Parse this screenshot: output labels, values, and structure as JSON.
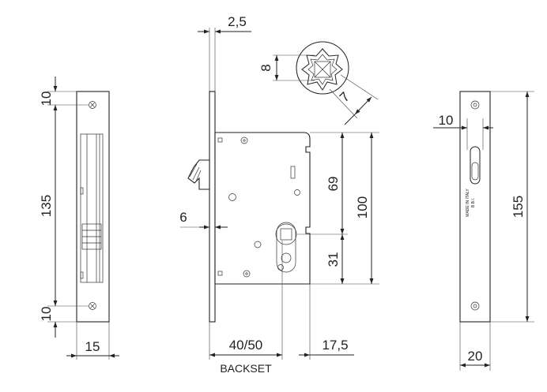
{
  "left_view": {
    "dim_top": "10",
    "dim_height": "135",
    "dim_bottom": "10",
    "dim_width": "15"
  },
  "center_view": {
    "dim_faceplate": "2,5",
    "dim_square": "8",
    "dim_diag": "7",
    "dim_hook": "6",
    "dim_69": "69",
    "dim_100": "100",
    "dim_31": "31",
    "dim_backset": "40/50",
    "dim_17": "17,5",
    "backset_label": "BACKSET"
  },
  "right_view": {
    "dim_10": "10",
    "dim_155": "155",
    "dim_20": "20",
    "brand_lines": [
      "MADE IN ITALY",
      "B.B.I."
    ]
  }
}
